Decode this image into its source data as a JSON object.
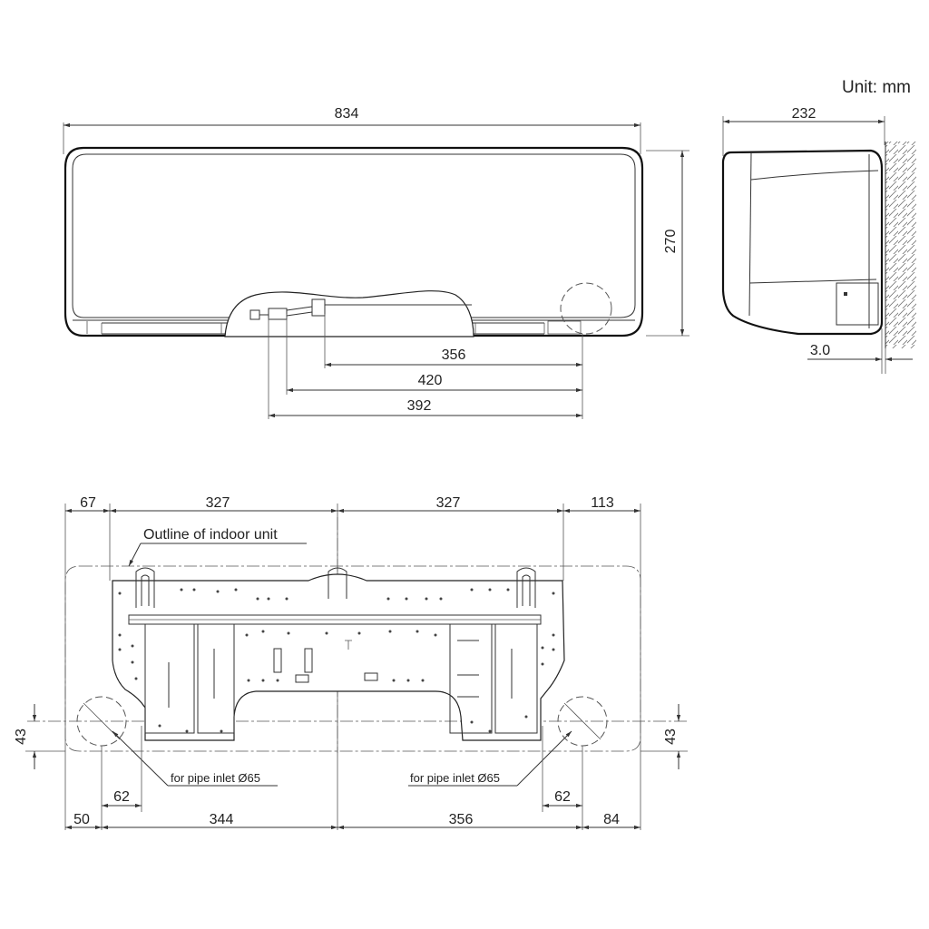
{
  "unit_label": "Unit: mm",
  "front_view": {
    "width": "834",
    "height": "270",
    "pipe_dims": [
      "356",
      "420",
      "392"
    ]
  },
  "side_view": {
    "depth": "232",
    "wall_gap": "3.0"
  },
  "mounting_plate": {
    "outline_label": "Outline of indoor unit",
    "top_dims": [
      "67",
      "327",
      "327",
      "113"
    ],
    "bottom_dims": [
      "50",
      "344",
      "356",
      "84"
    ],
    "left_inlet_offset": "62",
    "right_inlet_offset": "62",
    "left_inlet_height": "43",
    "right_inlet_height": "43",
    "left_pipe_label": "for pipe inlet Ø65",
    "right_pipe_label": "for pipe inlet Ø65"
  },
  "colors": {
    "line": "#333333",
    "background": "#ffffff"
  }
}
